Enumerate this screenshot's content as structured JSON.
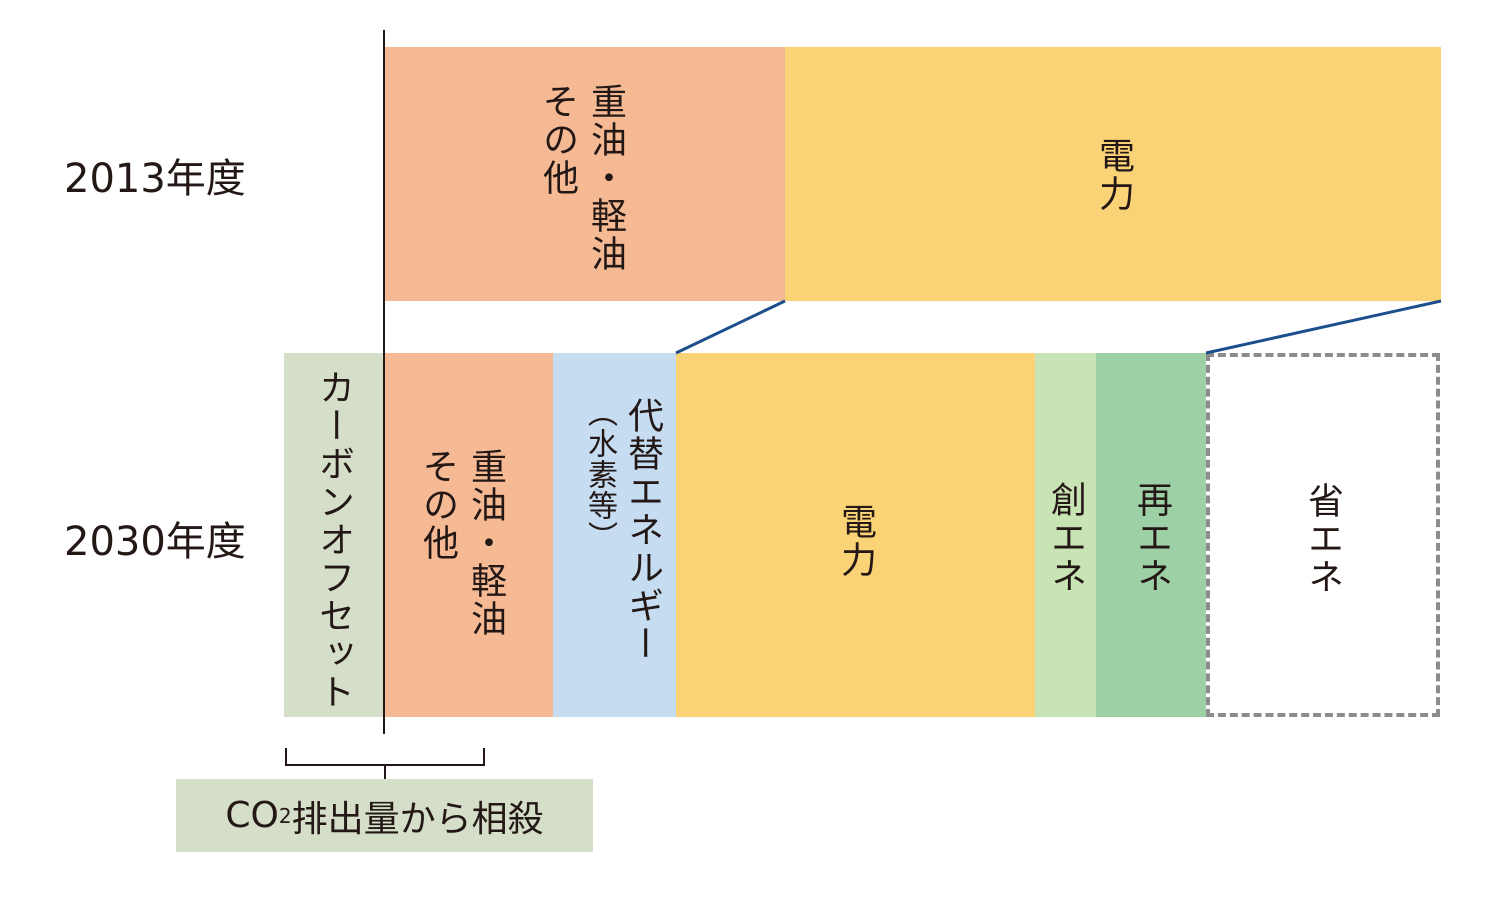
{
  "rows": {
    "y2013": "2013年度",
    "y2030": "2030年度"
  },
  "segments_2013": {
    "oil": [
      "重油・軽油",
      "その他"
    ],
    "electricity": [
      "電力"
    ]
  },
  "segments_2030": {
    "carbon_offset": [
      "カーボンオフセット"
    ],
    "oil": [
      "重油・軽油",
      "その他"
    ],
    "alt_energy": [
      "代替エネルギー",
      "（水素等）"
    ],
    "electricity": [
      "電力"
    ],
    "energy_creation": [
      "創エネ"
    ],
    "renewable": [
      "再エネ"
    ],
    "energy_saving": [
      "省エネ"
    ]
  },
  "caption": {
    "prefix": "CO",
    "subscript": "2",
    "suffix": "排出量から相殺"
  },
  "colors": {
    "oil": "#f5b994",
    "electricity": "#fbd377",
    "carbon_offset": "#d4dec9",
    "alt_energy": "#c6dcf1",
    "energy_creation": "#c8e3b4",
    "renewable": "#9dd1a5",
    "energy_saving_border": "#8c8c8c",
    "connector": "#1c4f8c"
  }
}
